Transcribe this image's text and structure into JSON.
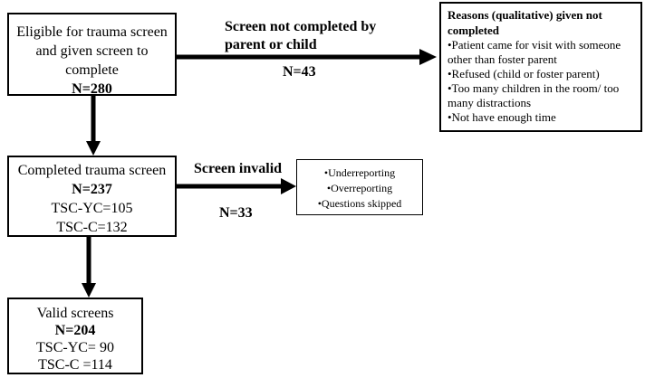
{
  "eligible": {
    "line1": "Eligible for trauma screen",
    "line2": "and given screen to",
    "line3": "complete",
    "count": "N=280"
  },
  "not_completed": {
    "label_line1": "Screen not completed by",
    "label_line2": "parent or child",
    "count": "N=43"
  },
  "reasons": {
    "title_line1": "Reasons  (qualitative) given not",
    "title_line2": "completed",
    "items": [
      "•Patient came for visit with someone other than foster parent",
      "•Refused (child or foster parent)",
      "•Too many children in the room/ too many distractions",
      "•Not have enough time"
    ]
  },
  "completed": {
    "line1": "Completed trauma screen",
    "count": "N=237",
    "tsc_yc": "TSC-YC=105",
    "tsc_c": "TSC-C=132"
  },
  "invalid": {
    "label": "Screen invalid",
    "count": "N=33",
    "items": [
      "•Underreporting",
      "•Overreporting",
      "•Questions skipped"
    ]
  },
  "valid": {
    "line1": "Valid screens",
    "count": "N=204",
    "tsc_yc": "TSC-YC= 90",
    "tsc_c": "TSC-C =114"
  }
}
